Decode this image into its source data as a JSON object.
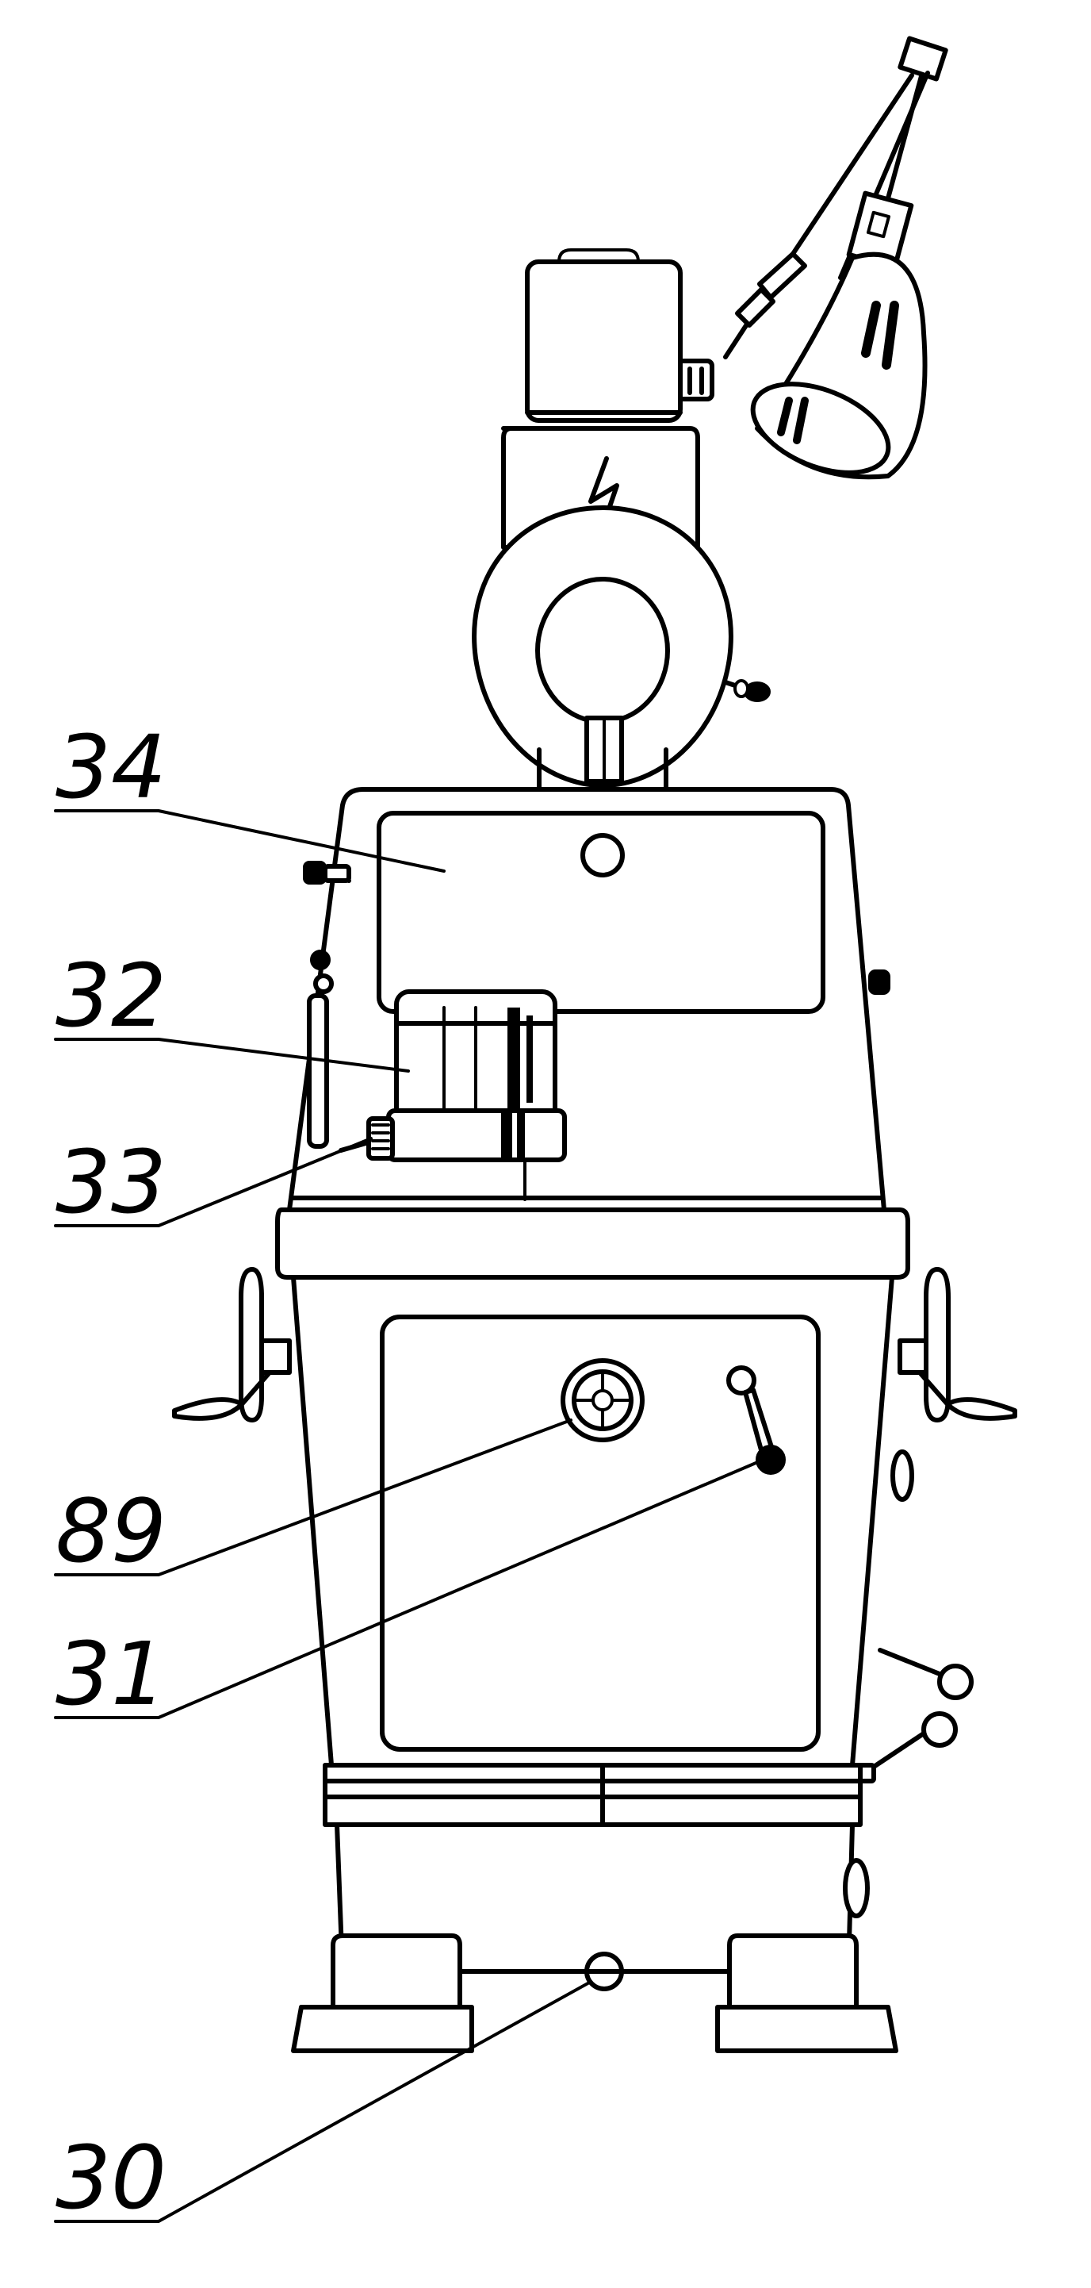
{
  "diagram": {
    "callouts": [
      {
        "id": "34",
        "label": "34"
      },
      {
        "id": "32",
        "label": "32"
      },
      {
        "id": "33",
        "label": "33"
      },
      {
        "id": "89",
        "label": "89"
      },
      {
        "id": "31",
        "label": "31"
      },
      {
        "id": "30",
        "label": "30"
      }
    ],
    "symbols": {
      "motor_badge": "lightning-bolt"
    }
  }
}
